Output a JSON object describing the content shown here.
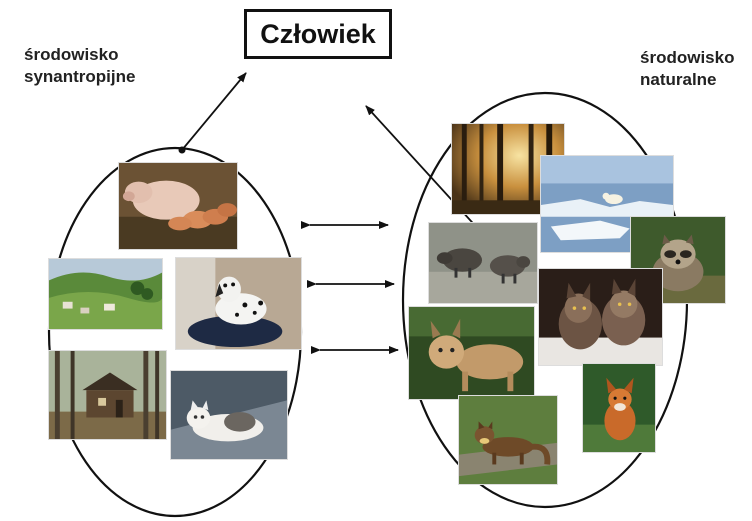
{
  "title": "Człowiek",
  "left_environment": {
    "line1": "środowisko",
    "line2": "synantropijne"
  },
  "right_environment": {
    "line1": "środowisko",
    "line2": "naturalne"
  },
  "photos_left": [
    "pigs",
    "village-landscape",
    "dalmatian-dog",
    "wooden-house-forest",
    "cat"
  ],
  "photos_right": [
    "forest-sunlight",
    "polar-bear-ice",
    "wild-boars",
    "raccoon-dog",
    "lynx",
    "wolves",
    "red-fox",
    "pine-marten"
  ],
  "colors": {
    "line": "#111111",
    "frame": "#111111"
  }
}
